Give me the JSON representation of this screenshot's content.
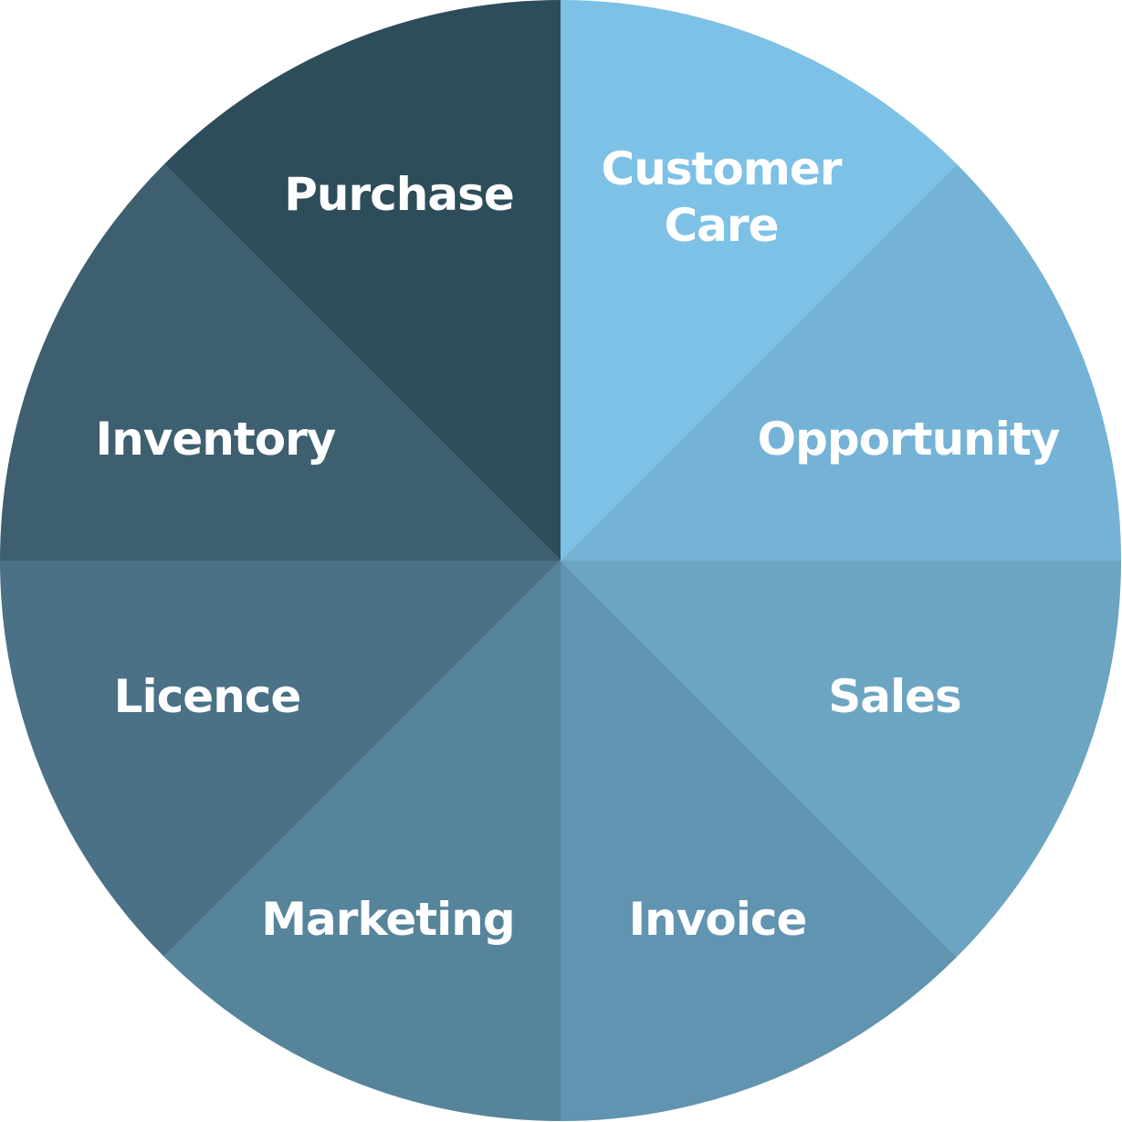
{
  "diagram": {
    "segments": [
      {
        "id": "customer-care",
        "lines": [
          "Customer",
          "Care"
        ],
        "color": "#7DC1E6"
      },
      {
        "id": "opportunity",
        "lines": [
          "Opportunity"
        ],
        "color": "#74B3D5"
      },
      {
        "id": "sales",
        "lines": [
          "Sales"
        ],
        "color": "#6CA5C2"
      },
      {
        "id": "invoice",
        "lines": [
          "Invoice"
        ],
        "color": "#6094B0"
      },
      {
        "id": "marketing",
        "lines": [
          "Marketing"
        ],
        "color": "#56849B"
      },
      {
        "id": "licence",
        "lines": [
          "Licence"
        ],
        "color": "#4A7185"
      },
      {
        "id": "inventory",
        "lines": [
          "Inventory"
        ],
        "color": "#3D5F70"
      },
      {
        "id": "purchase",
        "lines": [
          "Purchase"
        ],
        "color": "#2E4D5A"
      }
    ]
  }
}
